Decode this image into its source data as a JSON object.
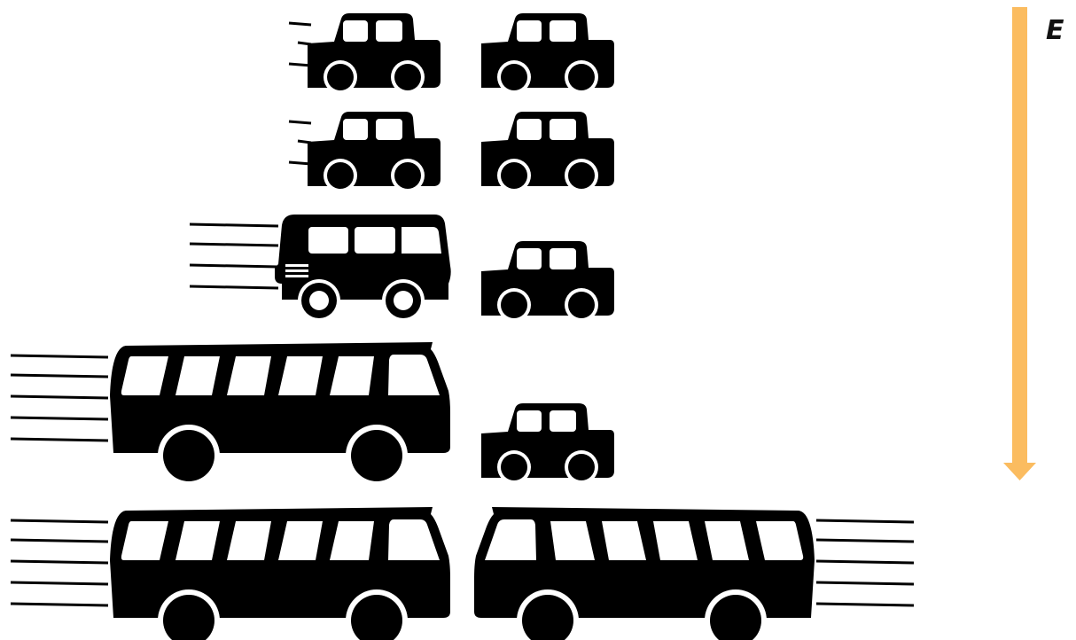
{
  "colors": {
    "vehicle": "#000000",
    "window": "#ffffff",
    "arrow": "#fbbc60",
    "label": "#111111"
  },
  "energy_arrow": {
    "label": "E",
    "direction": "down",
    "icon": "down-arrow-icon"
  },
  "rows": [
    {
      "name": "row-1",
      "left": {
        "type": "car",
        "speed_lines": 3,
        "icon": "car-icon"
      },
      "right": {
        "type": "car",
        "speed_lines": 0,
        "icon": "car-icon"
      }
    },
    {
      "name": "row-2",
      "left": {
        "type": "car",
        "speed_lines": 3,
        "icon": "car-icon"
      },
      "right": {
        "type": "car",
        "speed_lines": 0,
        "icon": "car-icon"
      }
    },
    {
      "name": "row-3",
      "left": {
        "type": "van",
        "speed_lines": 4,
        "icon": "van-icon"
      },
      "right": {
        "type": "car",
        "speed_lines": 0,
        "icon": "car-icon"
      }
    },
    {
      "name": "row-4",
      "left": {
        "type": "bus",
        "speed_lines": 5,
        "icon": "bus-icon"
      },
      "right": {
        "type": "car",
        "speed_lines": 0,
        "icon": "car-icon"
      }
    },
    {
      "name": "row-5",
      "left": {
        "type": "bus",
        "speed_lines": 5,
        "icon": "bus-icon"
      },
      "right": {
        "type": "bus",
        "speed_lines": 5,
        "icon": "bus-icon"
      }
    }
  ]
}
